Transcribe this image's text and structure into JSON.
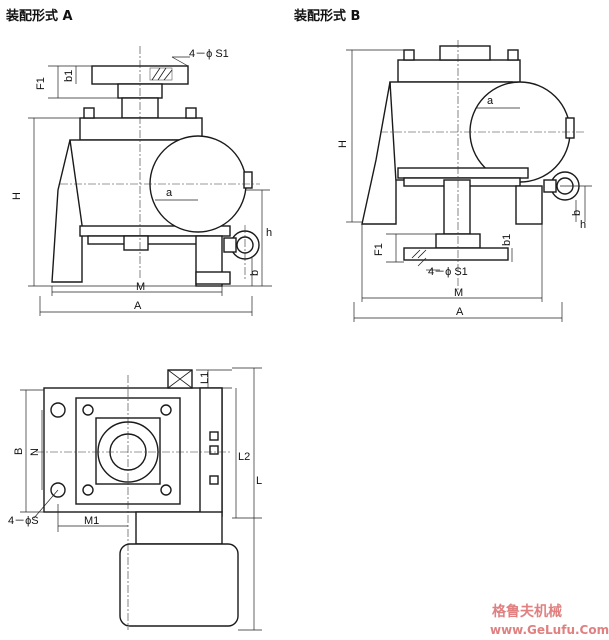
{
  "titles": {
    "a": "装配形式 A",
    "b": "装配形式 B"
  },
  "labels_a": {
    "s1": "4－ϕ S1",
    "f1": "F1",
    "b1": "b1",
    "a": "a",
    "h_big": "H",
    "h_small": "h",
    "b": "b",
    "m": "M",
    "a_width": "A"
  },
  "labels_b": {
    "h_big": "H",
    "a": "a",
    "h_small": "h",
    "b": "b",
    "f1": "F1",
    "b1": "b1",
    "s1": "4－ϕ S1",
    "m": "M",
    "a_width": "A"
  },
  "labels_c": {
    "l1": "L1",
    "l2": "L2",
    "l": "L",
    "b": "B",
    "n": "N",
    "s": "4－ϕS",
    "m1": "M1"
  },
  "watermark": {
    "cn": "格鲁夫机械",
    "url": "www.GeLufu.Com"
  },
  "colors": {
    "line": "#1a1a1a",
    "watermark": "#e08080",
    "background": "#ffffff"
  }
}
